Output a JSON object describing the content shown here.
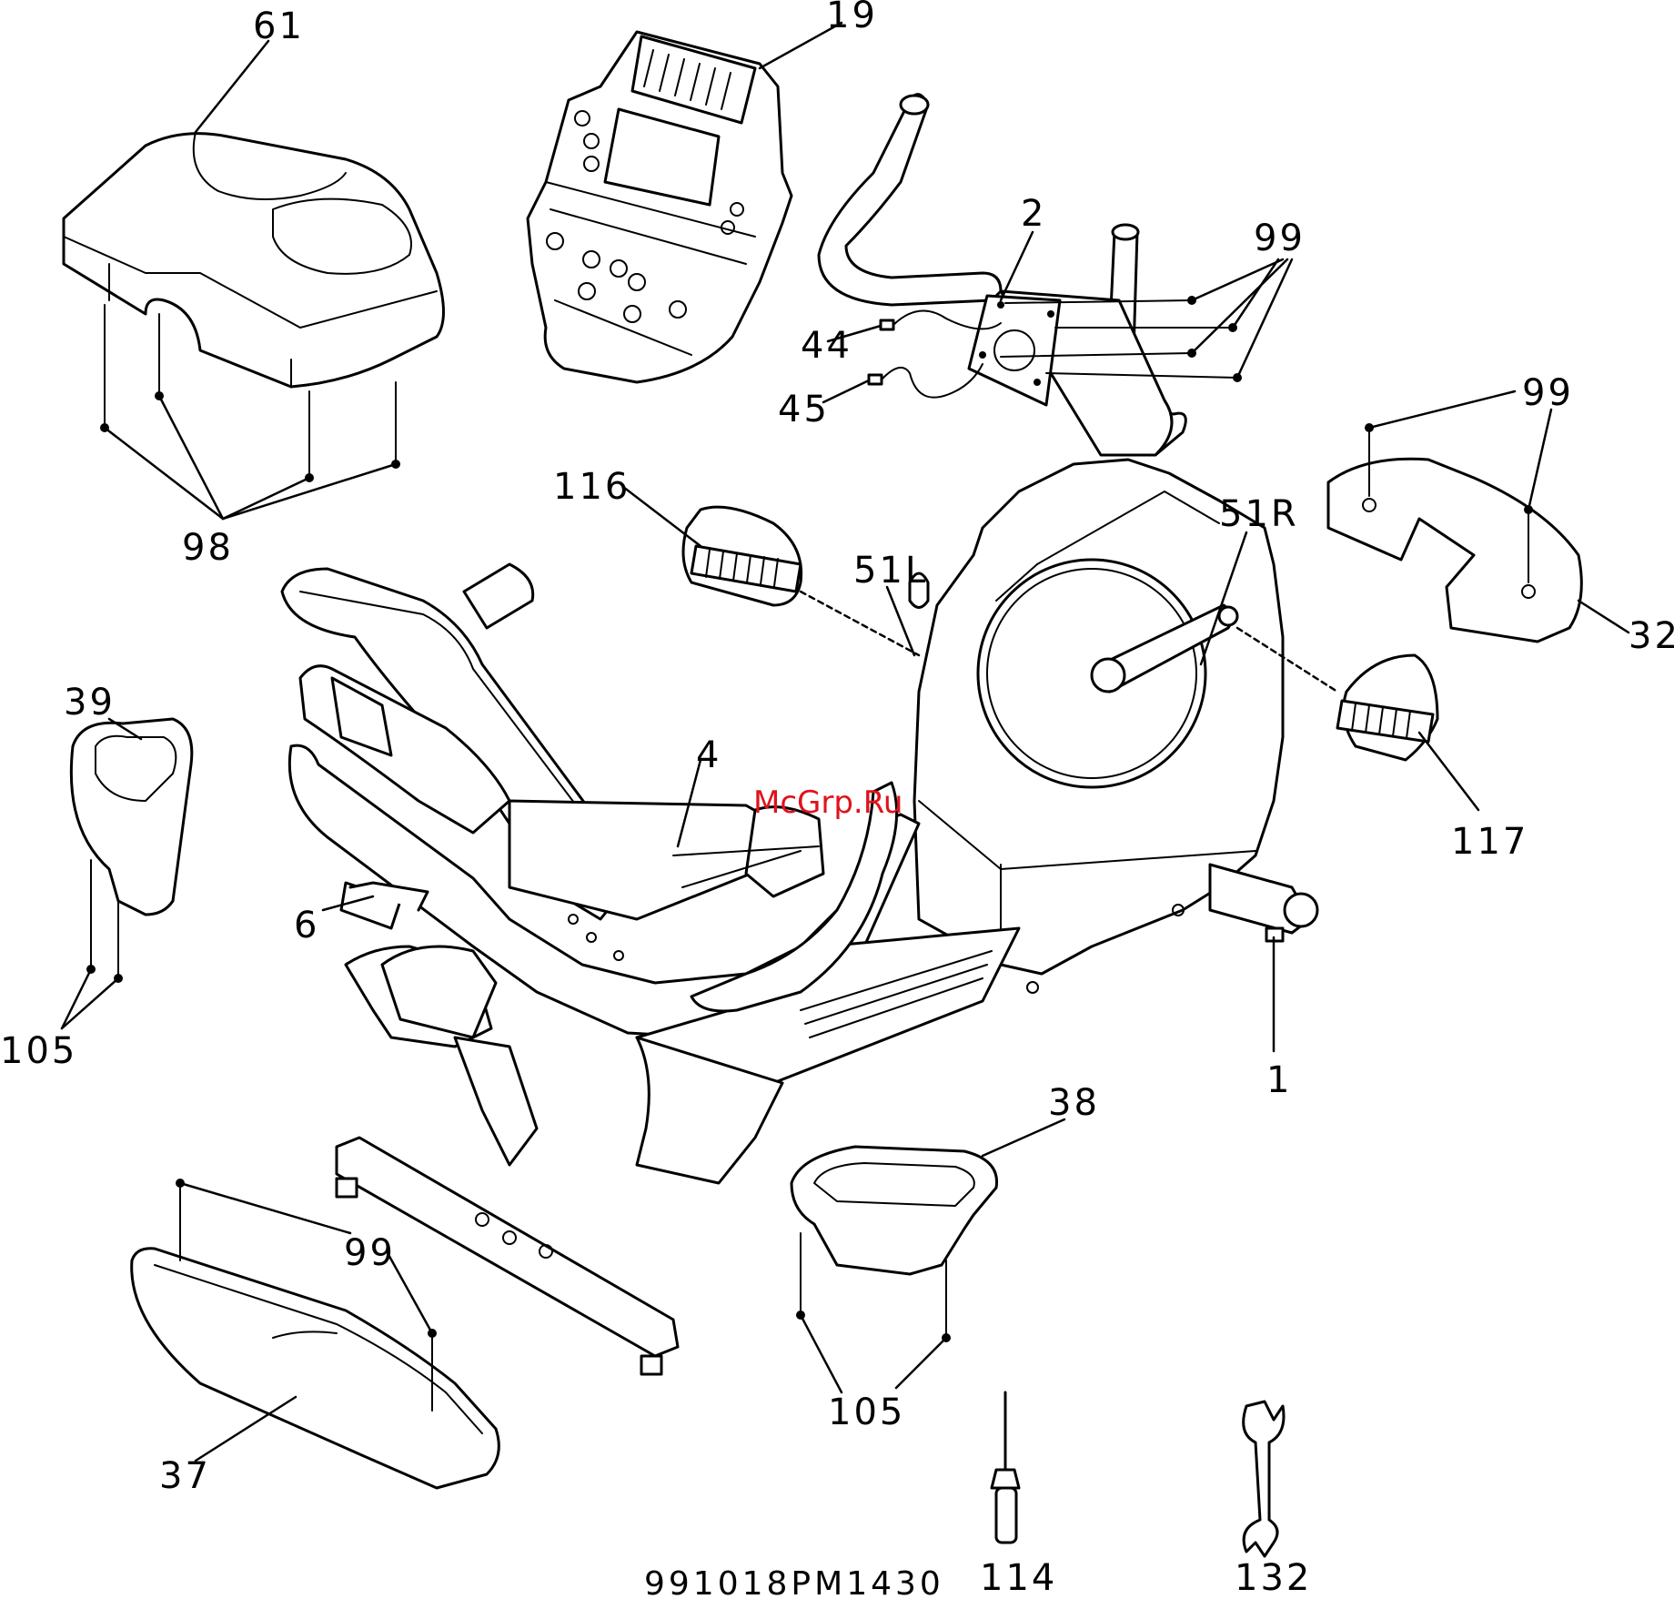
{
  "watermark": "McGrp.Ru",
  "drawing_code": "991018PM1430",
  "callouts": {
    "p61": "61",
    "p19": "19",
    "p2": "2",
    "p99_top": "99",
    "p44": "44",
    "p45": "45",
    "p99_right": "99",
    "p98": "98",
    "p116": "116",
    "p51l": "51L",
    "p51r": "51R",
    "p32": "32",
    "p39": "39",
    "p4": "4",
    "p117": "117",
    "p6": "6",
    "p105_left": "105",
    "p1": "1",
    "p38": "38",
    "p99_bottom": "99",
    "p105_bottom": "105",
    "p37": "37",
    "p114": "114",
    "p132": "132"
  }
}
